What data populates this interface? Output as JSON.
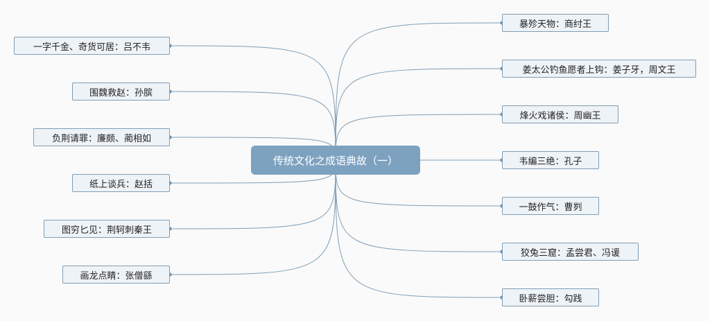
{
  "mindmap": {
    "central": "传统文化之成语典故（一）",
    "left": [
      "一字千金、奇货可居：吕不韦",
      "围魏救赵：孙膑",
      "负荆请罪：廉颇、蔺相如",
      "纸上谈兵：赵括",
      "图穷匕见：荆轲刺秦王",
      "画龙点睛：张僧繇"
    ],
    "right": [
      "暴殄天物：商纣王",
      "姜太公钓鱼愿者上钩：姜子牙，周文王",
      "烽火戏诸侯：周幽王",
      "韦编三绝：孔子",
      "一鼓作气：曹刿",
      "狡兔三窟：孟尝君、冯谖",
      "卧薪尝胆：勾践"
    ]
  }
}
